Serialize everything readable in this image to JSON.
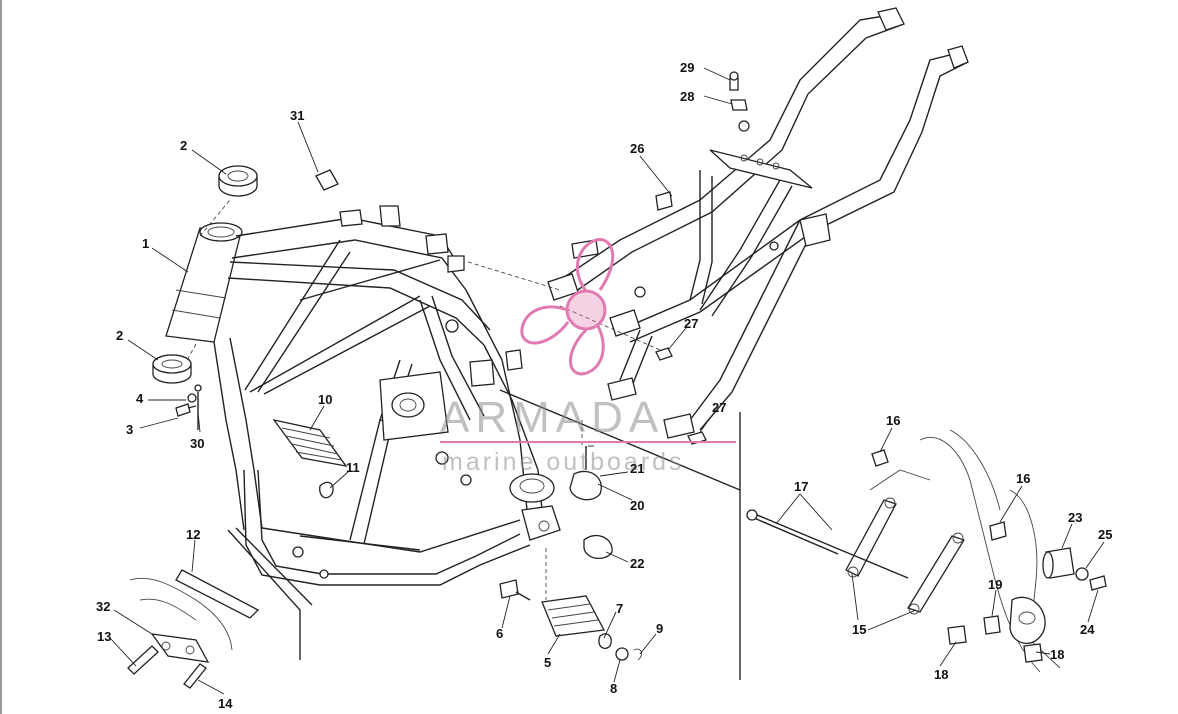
{
  "watermark": {
    "title": "ARMADA",
    "subtitle": "marine outboards",
    "logo_color": "#e07ab0"
  },
  "callouts": {
    "c1": "1",
    "c2a": "2",
    "c2b": "2",
    "c3": "3",
    "c4": "4",
    "c5": "5",
    "c6": "6",
    "c7": "7",
    "c8": "8",
    "c9": "9",
    "c10": "10",
    "c11": "11",
    "c12": "12",
    "c13": "13",
    "c14": "14",
    "c15": "15",
    "c16a": "16",
    "c16b": "16",
    "c17": "17",
    "c18a": "18",
    "c18b": "18",
    "c19": "19",
    "c20": "20",
    "c21": "21",
    "c22": "22",
    "c23": "23",
    "c24": "24",
    "c25": "25",
    "c26": "26",
    "c27a": "27",
    "c27b": "27",
    "c28": "28",
    "c29": "29",
    "c30": "30",
    "c31": "31",
    "c32": "32"
  }
}
